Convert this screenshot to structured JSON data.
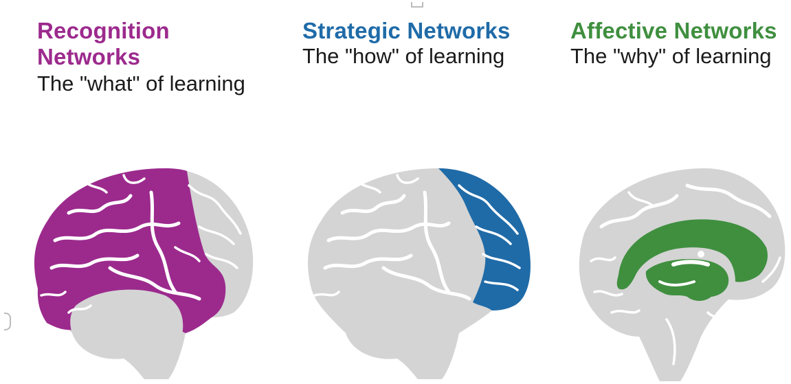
{
  "panels": [
    {
      "title_lines": [
        "Recognition",
        "Networks"
      ],
      "subtitle": "The \"what\" of learning",
      "color": "#9c2a8d",
      "icon": "brain-lateral-posterior-highlight-icon"
    },
    {
      "title_lines": [
        "Strategic Networks"
      ],
      "subtitle": "The \"how\" of learning",
      "color": "#1f6ba8",
      "icon": "brain-lateral-frontal-highlight-icon"
    },
    {
      "title_lines": [
        "Affective Networks"
      ],
      "subtitle": "The \"why\" of learning",
      "color": "#3f8f3f",
      "icon": "brain-medial-limbic-highlight-icon"
    }
  ]
}
